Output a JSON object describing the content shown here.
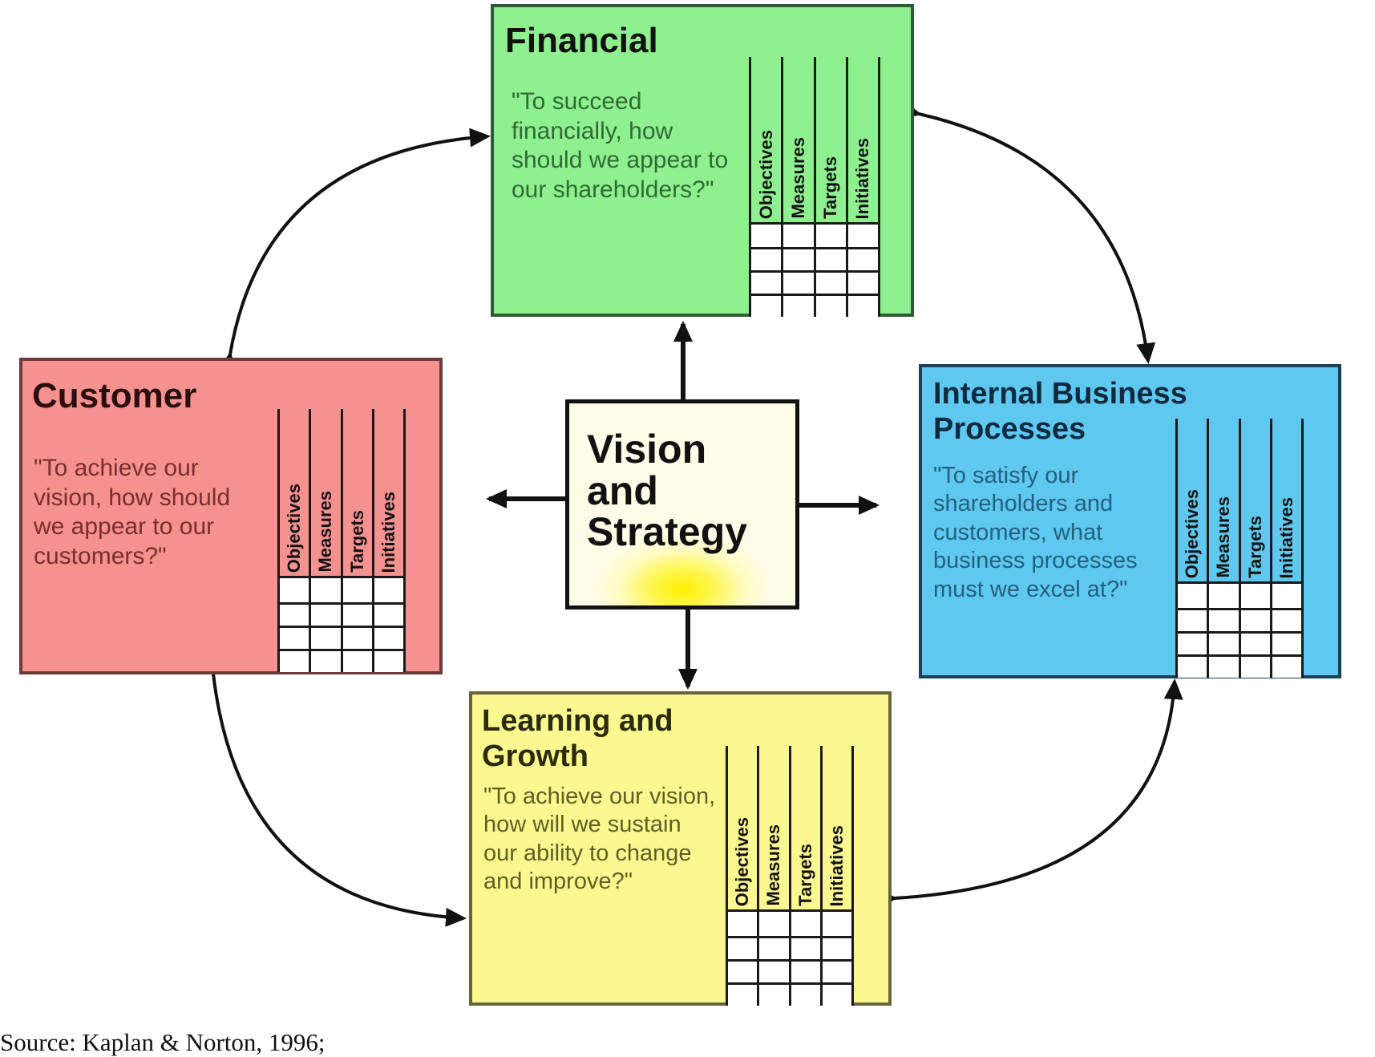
{
  "diagram": {
    "type": "balanced-scorecard",
    "center": {
      "title_lines": [
        "Vision",
        "and",
        "Strategy"
      ]
    },
    "grid_columns": [
      "Objectives",
      "Measures",
      "Targets",
      "Initiatives"
    ],
    "perspectives": {
      "financial": {
        "title": "Financial",
        "question": "\"To succeed financially, how should we appear to our shareholders?\"",
        "color": "#8ff08f"
      },
      "customer": {
        "title": "Customer",
        "question": "\"To achieve our vision, how should we appear to our customers?\"",
        "color": "#f5918f"
      },
      "internal": {
        "title": "Internal Business Processes",
        "question": "\"To satisfy our shareholders and customers, what business processes must we excel at?\"",
        "color": "#5fc8ef"
      },
      "learning": {
        "title": "Learning and Growth",
        "question": "\"To achieve our vision, how will we sustain our ability to change and improve?\"",
        "color": "#fbf88f"
      }
    },
    "connections": [
      {
        "from": "customer",
        "to": "financial",
        "style": "curved-bidirectional"
      },
      {
        "from": "financial",
        "to": "internal",
        "style": "curved-bidirectional"
      },
      {
        "from": "customer",
        "to": "learning",
        "style": "curved-bidirectional"
      },
      {
        "from": "learning",
        "to": "internal",
        "style": "curved-bidirectional"
      },
      {
        "from": "vision",
        "to": "financial",
        "style": "straight"
      },
      {
        "from": "vision",
        "to": "customer",
        "style": "straight"
      },
      {
        "from": "vision",
        "to": "internal",
        "style": "straight"
      },
      {
        "from": "vision",
        "to": "learning",
        "style": "straight"
      }
    ]
  },
  "caption": {
    "source": "Source: Kaplan & Norton, 1996;"
  }
}
